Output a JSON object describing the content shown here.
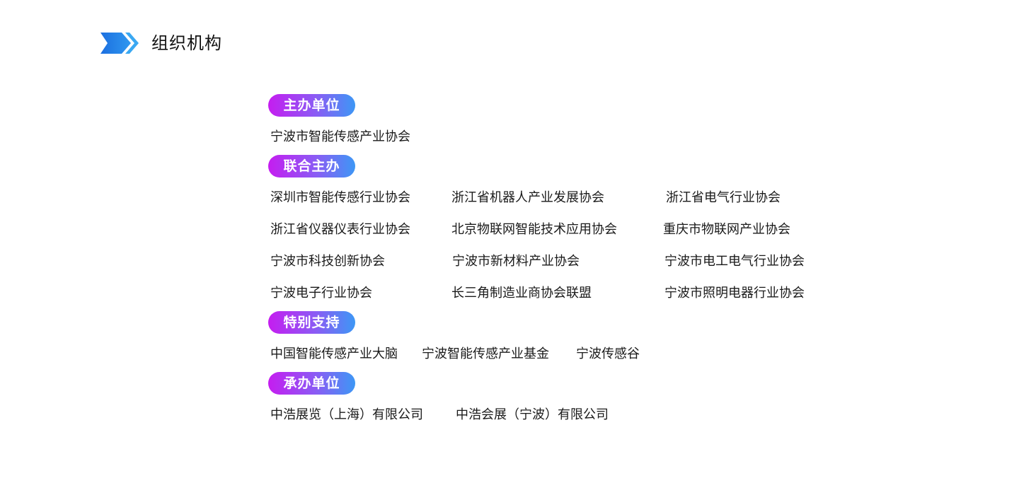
{
  "header": {
    "title": "组织机构",
    "icon": "double-chevron-right-icon",
    "accent_colors": [
      "#1c7ce6",
      "#36a8f0"
    ]
  },
  "sections": {
    "host": {
      "label": "主办单位",
      "items": [
        "宁波市智能传感产业协会"
      ]
    },
    "cohost": {
      "label": "联合主办",
      "rows": [
        [
          "深圳市智能传感行业协会",
          "浙江省机器人产业发展协会",
          "浙江省电气行业协会"
        ],
        [
          "浙江省仪器仪表行业协会",
          "北京物联网智能技术应用协会",
          "重庆市物联网产业协会"
        ],
        [
          "宁波市科技创新协会",
          "宁波市新材料产业协会",
          "宁波市电工电气行业协会"
        ],
        [
          "宁波电子行业协会",
          "长三角制造业商协会联盟",
          "宁波市照明电器行业协会"
        ]
      ]
    },
    "special": {
      "label": "特别支持",
      "items": [
        "中国智能传感产业大脑",
        "宁波智能传感产业基金",
        "宁波传感谷"
      ]
    },
    "organizer": {
      "label": "承办单位",
      "items": [
        "中浩展览（上海）有限公司",
        "中浩会展（宁波）有限公司"
      ]
    }
  },
  "badge_gradient": [
    "#c51df0",
    "#3d97f5"
  ]
}
